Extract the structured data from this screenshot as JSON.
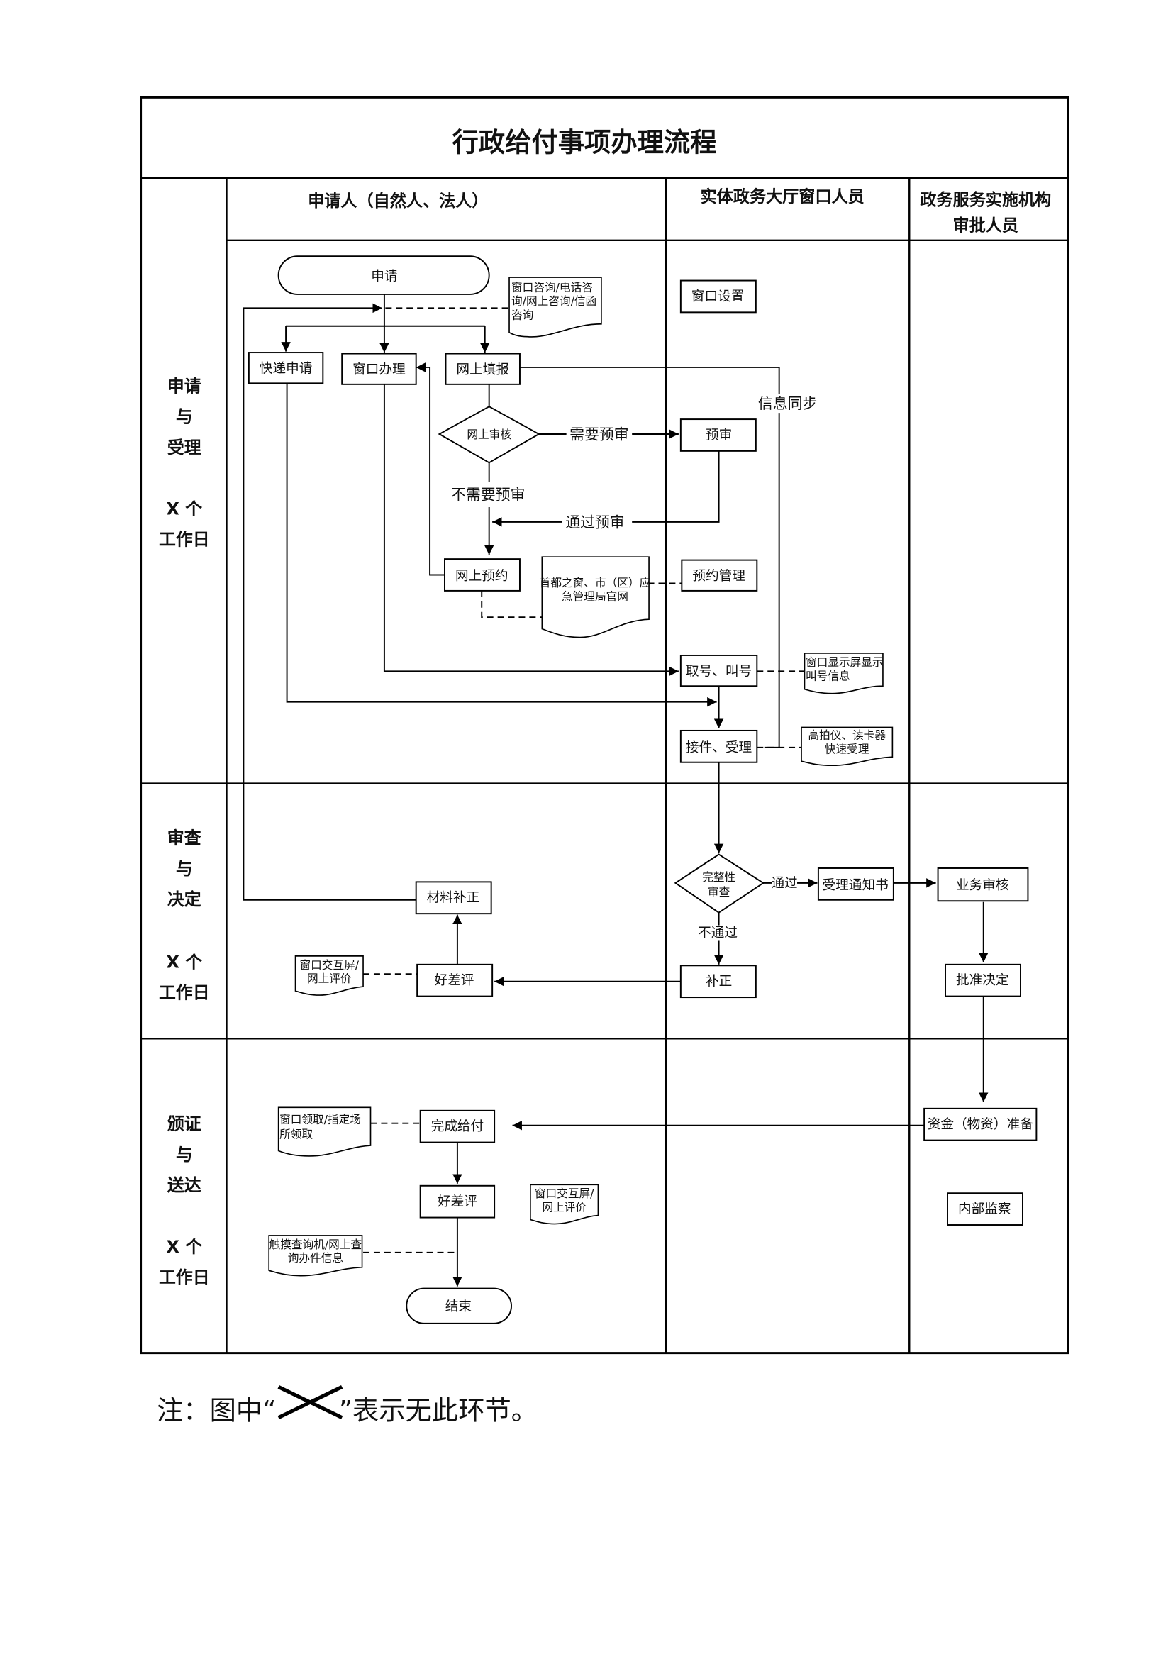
{
  "title": "行政给付事项办理流程",
  "lanes": {
    "applicant": "申请人（自然人、法人）",
    "window_staff": "实体政务大厅窗口人员",
    "approver_line1": "政务服务实施机构",
    "approver_line2": "审批人员"
  },
  "stages": [
    {
      "line1": "申请",
      "line2": "与",
      "line3": "受理",
      "days1": "X 个",
      "days2": "工作日"
    },
    {
      "line1": "审查",
      "line2": "与",
      "line3": "决定",
      "days1": "X 个",
      "days2": "工作日"
    },
    {
      "line1": "颁证",
      "line2": "与",
      "line3": "送达",
      "days1": "X 个",
      "days2": "工作日"
    }
  ],
  "nodes": {
    "apply": "申请",
    "express": "快递申请",
    "window_handle": "窗口办理",
    "online_fill": "网上填报",
    "online_review": "网上审核",
    "online_booking": "网上预约",
    "window_setup": "窗口设置",
    "pre_review": "预审",
    "booking_mgmt": "预约管理",
    "take_number": "取号、叫号",
    "accept": "接件、受理",
    "completeness_1": "完整性",
    "completeness_2": "审查",
    "acceptance_notice": "受理通知书",
    "correction": "补正",
    "material_correction": "材料补正",
    "rating_1": "好差评",
    "business_review": "业务审核",
    "approval": "批准决定",
    "fund_prep": "资金（物资）准备",
    "internal_supervision": "内部监察",
    "complete_payment": "完成给付",
    "rating_2": "好差评",
    "end": "结束"
  },
  "docs": {
    "consult_1": "窗口咨询/电话咨",
    "consult_2": "询/网上咨询/信函",
    "consult_3": "咨询",
    "portal_1": "首都之窗、市（区）应",
    "portal_2": "急管理局官网",
    "screen_1": "窗口显示屏显示",
    "screen_2": "叫号信息",
    "scanner_1": "高拍仪、读卡器",
    "scanner_2": "快速受理",
    "eval_a_1": "窗口交互屏/",
    "eval_a_2": "网上评价",
    "pickup_1": "窗口领取/指定场",
    "pickup_2": "所领取",
    "eval_b_1": "窗口交互屏/",
    "eval_b_2": "网上评价",
    "kiosk_1": "触摸查询机/网上查",
    "kiosk_2": "询办件信息"
  },
  "edge_labels": {
    "need_pre": "需要预审",
    "no_pre": "不需要预审",
    "pass_pre": "通过预审",
    "info_sync": "信息同步",
    "pass": "通过",
    "fail": "不通过"
  },
  "note": {
    "prefix": "注：图中“",
    "suffix": "”表示无此环节。"
  }
}
